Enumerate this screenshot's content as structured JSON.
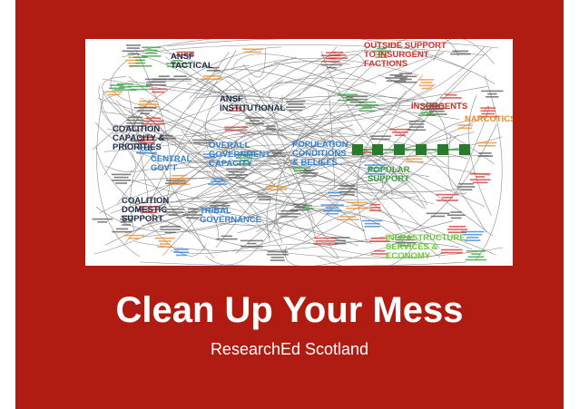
{
  "slide": {
    "title": "Clean Up Your Mess",
    "subtitle": "ResearchEd Scotland",
    "background_color": "#b01c11",
    "text_color": "#ffffff"
  },
  "diagram": {
    "colors": {
      "dark": "#1f2a44",
      "blue": "#2f7fd0",
      "red": "#d0302c",
      "green": "#2e9e3a",
      "light_green": "#66cc33",
      "orange": "#e8892a",
      "connector": "#6e6e6e",
      "node_text": "#555555"
    },
    "region_labels": [
      {
        "id": "ansf-tactical",
        "text": "ANSF\nTACTICAL",
        "color_key": "dark"
      },
      {
        "id": "ansf-institutional",
        "text": "ANSF\nINSTITUTIONAL",
        "color_key": "dark"
      },
      {
        "id": "coalition-capacity",
        "text": "COALITION\nCAPACITY &\nPRIORITIES",
        "color_key": "dark"
      },
      {
        "id": "central-govt",
        "text": "CENTRAL\nGOV'T",
        "color_key": "blue"
      },
      {
        "id": "overall-government-capacity",
        "text": "OVERALL\nGOVERNMENT\nCAPACITY",
        "color_key": "blue"
      },
      {
        "id": "coalition-domestic-support",
        "text": "COALITION\nDOMESTIC\nSUPPORT",
        "color_key": "dark"
      },
      {
        "id": "tribal-governance",
        "text": "TRIBAL\nGOVERNANCE",
        "color_key": "blue"
      },
      {
        "id": "outside-support",
        "text": "OUTSIDE SUPPORT\nTO INSURGENT\nFACTIONS",
        "color_key": "red"
      },
      {
        "id": "insurgents",
        "text": "INSURGENTS",
        "color_key": "red"
      },
      {
        "id": "narcotics",
        "text": "NARCOTICS",
        "color_key": "orange"
      },
      {
        "id": "population-conditions",
        "text": "POPULATION\nCONDITIONS\n& BELIEFS",
        "color_key": "blue"
      },
      {
        "id": "popular-support",
        "text": "POPULAR\nSUPPORT",
        "color_key": "green"
      },
      {
        "id": "infrastructure",
        "text": "INFRASTRUCTURE,\nSERVICES &\nECONOMY",
        "color_key": "light_green"
      }
    ]
  }
}
